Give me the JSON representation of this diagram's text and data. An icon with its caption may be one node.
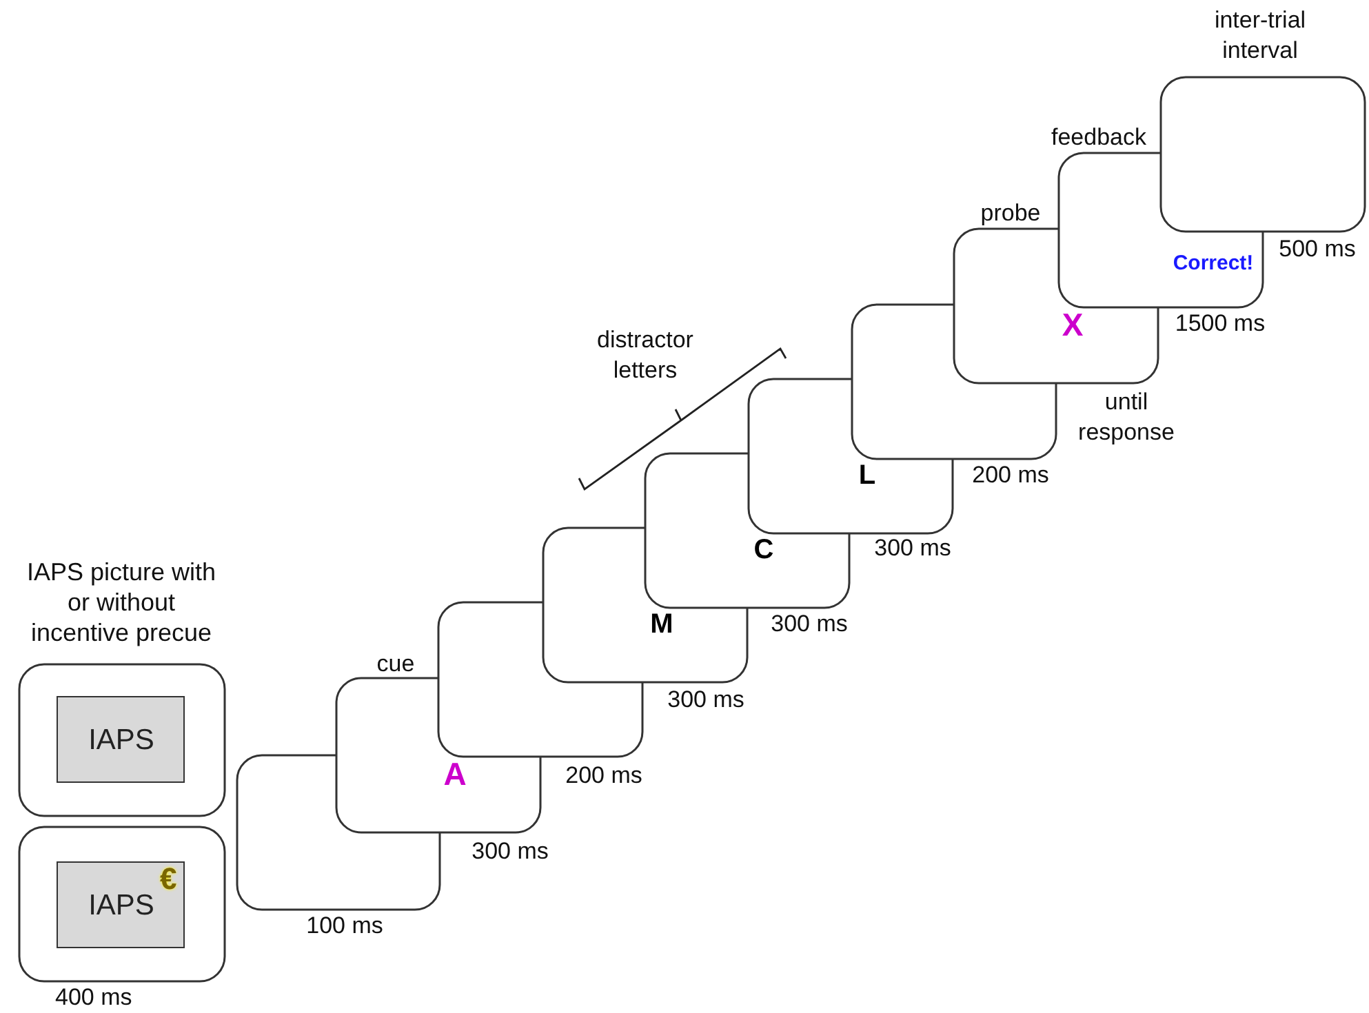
{
  "diagram": {
    "nodes": [
      {
        "text": [],
        "shape": "box"
      },
      {
        "text": [
          "IAPS"
        ],
        "in": 0
      },
      {
        "text": [],
        "shape": "box"
      },
      {
        "text": [
          "IAPS"
        ],
        "in": 2
      },
      {
        "text": [],
        "shape": "box",
        "beside": [
          "100 ms"
        ]
      },
      {
        "text": [
          "A"
        ],
        "beside": [
          "cue",
          "300 ms"
        ]
      },
      {
        "text": [],
        "shape": "box",
        "beside": [
          "200 ms"
        ]
      },
      {
        "text": [
          "M"
        ],
        "beside": [
          "300 ms"
        ]
      },
      {
        "text": [
          "C"
        ],
        "beside": [
          "300 ms"
        ]
      },
      {
        "text": [
          "L"
        ],
        "beside": [
          "300 ms"
        ]
      },
      {
        "text": [],
        "shape": "box",
        "beside": [
          "200 ms"
        ]
      },
      {
        "text": [
          "X"
        ],
        "beside": [
          "probe",
          "until response"
        ]
      },
      {
        "text": [
          "Correct!"
        ],
        "beside": [
          "feedback",
          "1500 ms"
        ]
      },
      {
        "text": [],
        "shape": "box",
        "beside": [
          "inter-trial interval",
          "500 ms"
        ]
      }
    ],
    "edges": [],
    "labels": [
      "IAPS picture with or without incentive precue",
      "€",
      "400 ms",
      "distractor letters"
    ]
  }
}
